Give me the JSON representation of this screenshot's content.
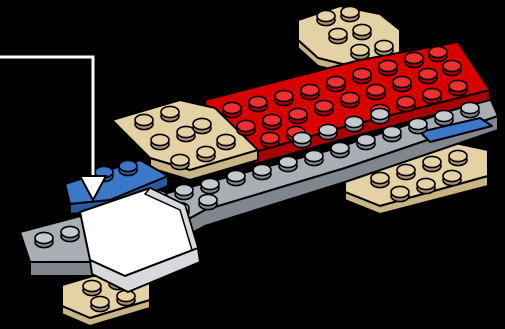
{
  "figure": {
    "subject": "brick-vehicle-assembly-step",
    "background_color": "#000000",
    "colors": {
      "tan": "#e4d2a4",
      "tan_side": "#c9b483",
      "tan_dark": "#a8946a",
      "red": "#d90000",
      "red_side": "#a80000",
      "red_top_hi": "#f03030",
      "gray": "#a8aeb4",
      "gray_side": "#7f868d",
      "gray_stud": "#c4c9ce",
      "blue": "#3b78c8",
      "blue_side": "#2a5a9c",
      "white": "#ffffff",
      "white_side": "#d7d9dc",
      "outline": "#000000",
      "callout_line": "#ffffff"
    },
    "callout": {
      "kind": "placement-arrow",
      "icon": "arrow-down-icon",
      "target": "white-slope-brick"
    }
  }
}
